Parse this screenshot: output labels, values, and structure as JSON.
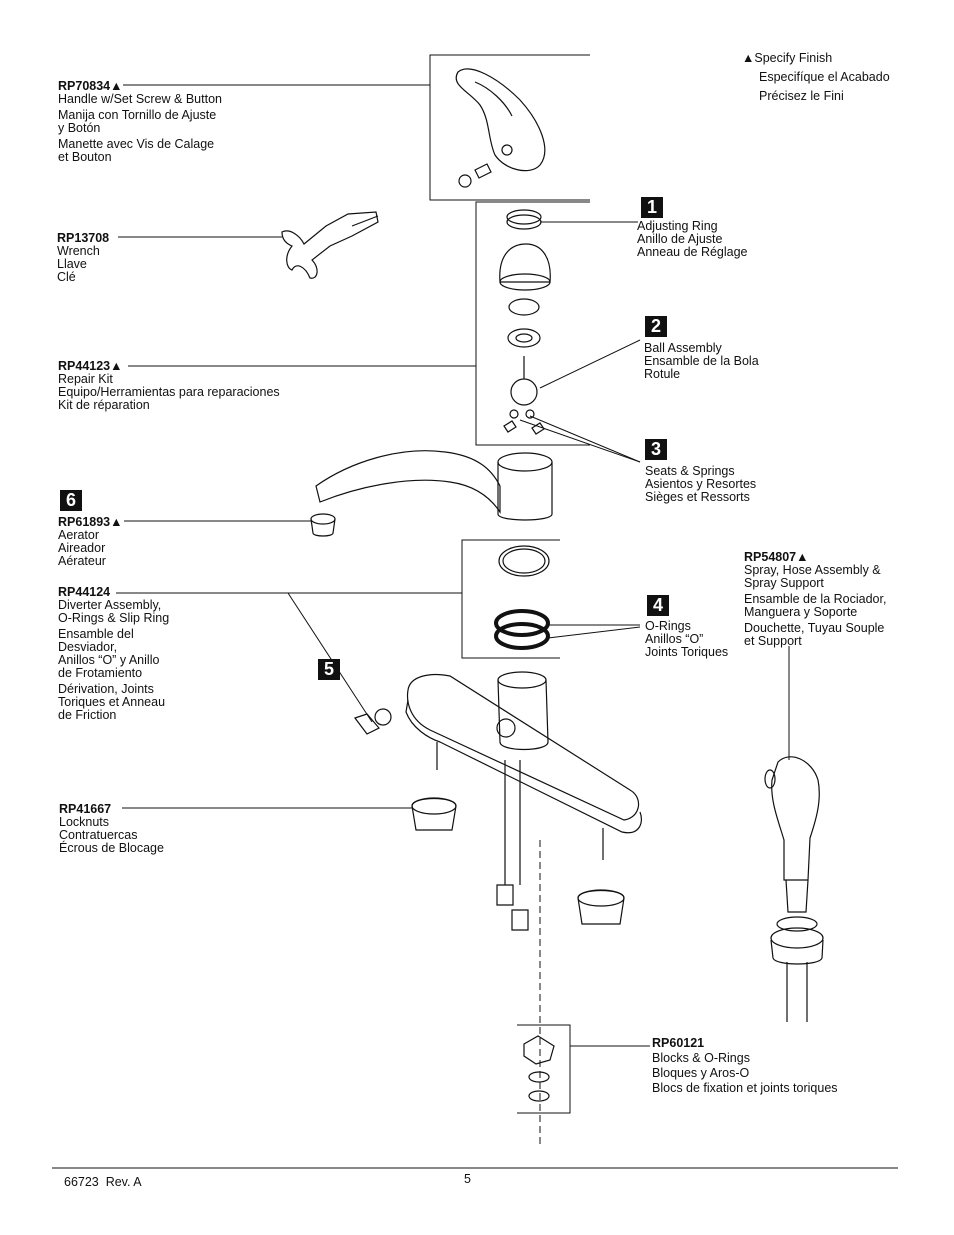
{
  "finish_note": {
    "marker": "▲",
    "lines": [
      "Specify Finish",
      "Especifíque el Acabado",
      "Précisez le Fini"
    ]
  },
  "parts": {
    "handle": {
      "pn": "RP70834",
      "mark": "▲",
      "desc": [
        "Handle w/Set Screw & Button",
        "Manija con Tornillo de Ajuste",
        "y Botón",
        "Manette avec Vis de Calage",
        "et Bouton"
      ]
    },
    "wrench": {
      "pn": "RP13708",
      "mark": "",
      "desc": [
        "Wrench",
        "Llave",
        "Clé"
      ]
    },
    "repair_kit": {
      "pn": "RP44123",
      "mark": "▲",
      "desc": [
        "Repair Kit",
        "Equipo/Herramientas para reparaciones",
        "Kit de réparation"
      ]
    },
    "aerator": {
      "pn": "RP61893",
      "mark": "▲",
      "desc": [
        "Aerator",
        "Aireador",
        "Aérateur"
      ]
    },
    "diverter": {
      "pn": "RP44124",
      "mark": "",
      "desc": [
        "Diverter Assembly,",
        "O-Rings & Slip Ring",
        "Ensamble del",
        "Desviador,",
        "Anillos “O” y Anillo",
        "de Frotamiento",
        "Dérivation, Joints",
        "Toriques et Anneau",
        "de Friction"
      ]
    },
    "locknuts": {
      "pn": "RP41667",
      "mark": "",
      "desc": [
        "Locknuts",
        "Contratuercas",
        "Écrous de Blocage"
      ]
    },
    "spray": {
      "pn": "RP54807",
      "mark": "▲",
      "desc": [
        "Spray, Hose Assembly &",
        "Spray Support",
        "Ensamble de la Rociador,",
        "Manguera y Soporte",
        "Douchette, Tuyau Souple",
        "et Support"
      ]
    },
    "blocks": {
      "pn": "RP60121",
      "mark": "",
      "desc": [
        "Blocks & O-Rings",
        "Bloques y Aros-O",
        "Blocs de fixation et joints toriques"
      ]
    }
  },
  "steps": [
    {
      "num": "1",
      "desc": [
        "Adjusting Ring",
        "Anillo de Ajuste",
        "Anneau de Réglage"
      ]
    },
    {
      "num": "2",
      "desc": [
        "Ball Assembly",
        "Ensamble de la Bola",
        "Rotule"
      ]
    },
    {
      "num": "3",
      "desc": [
        "Seats & Springs",
        "Asientos y Resortes",
        "Sièges et Ressorts"
      ]
    },
    {
      "num": "4",
      "desc": [
        "O-Rings",
        "Anillos “O”",
        "Joints Toriques"
      ]
    },
    {
      "num": "5",
      "desc": []
    },
    {
      "num": "6",
      "desc": []
    }
  ],
  "footer": {
    "doc": "66723  Rev. A",
    "page": "5"
  }
}
